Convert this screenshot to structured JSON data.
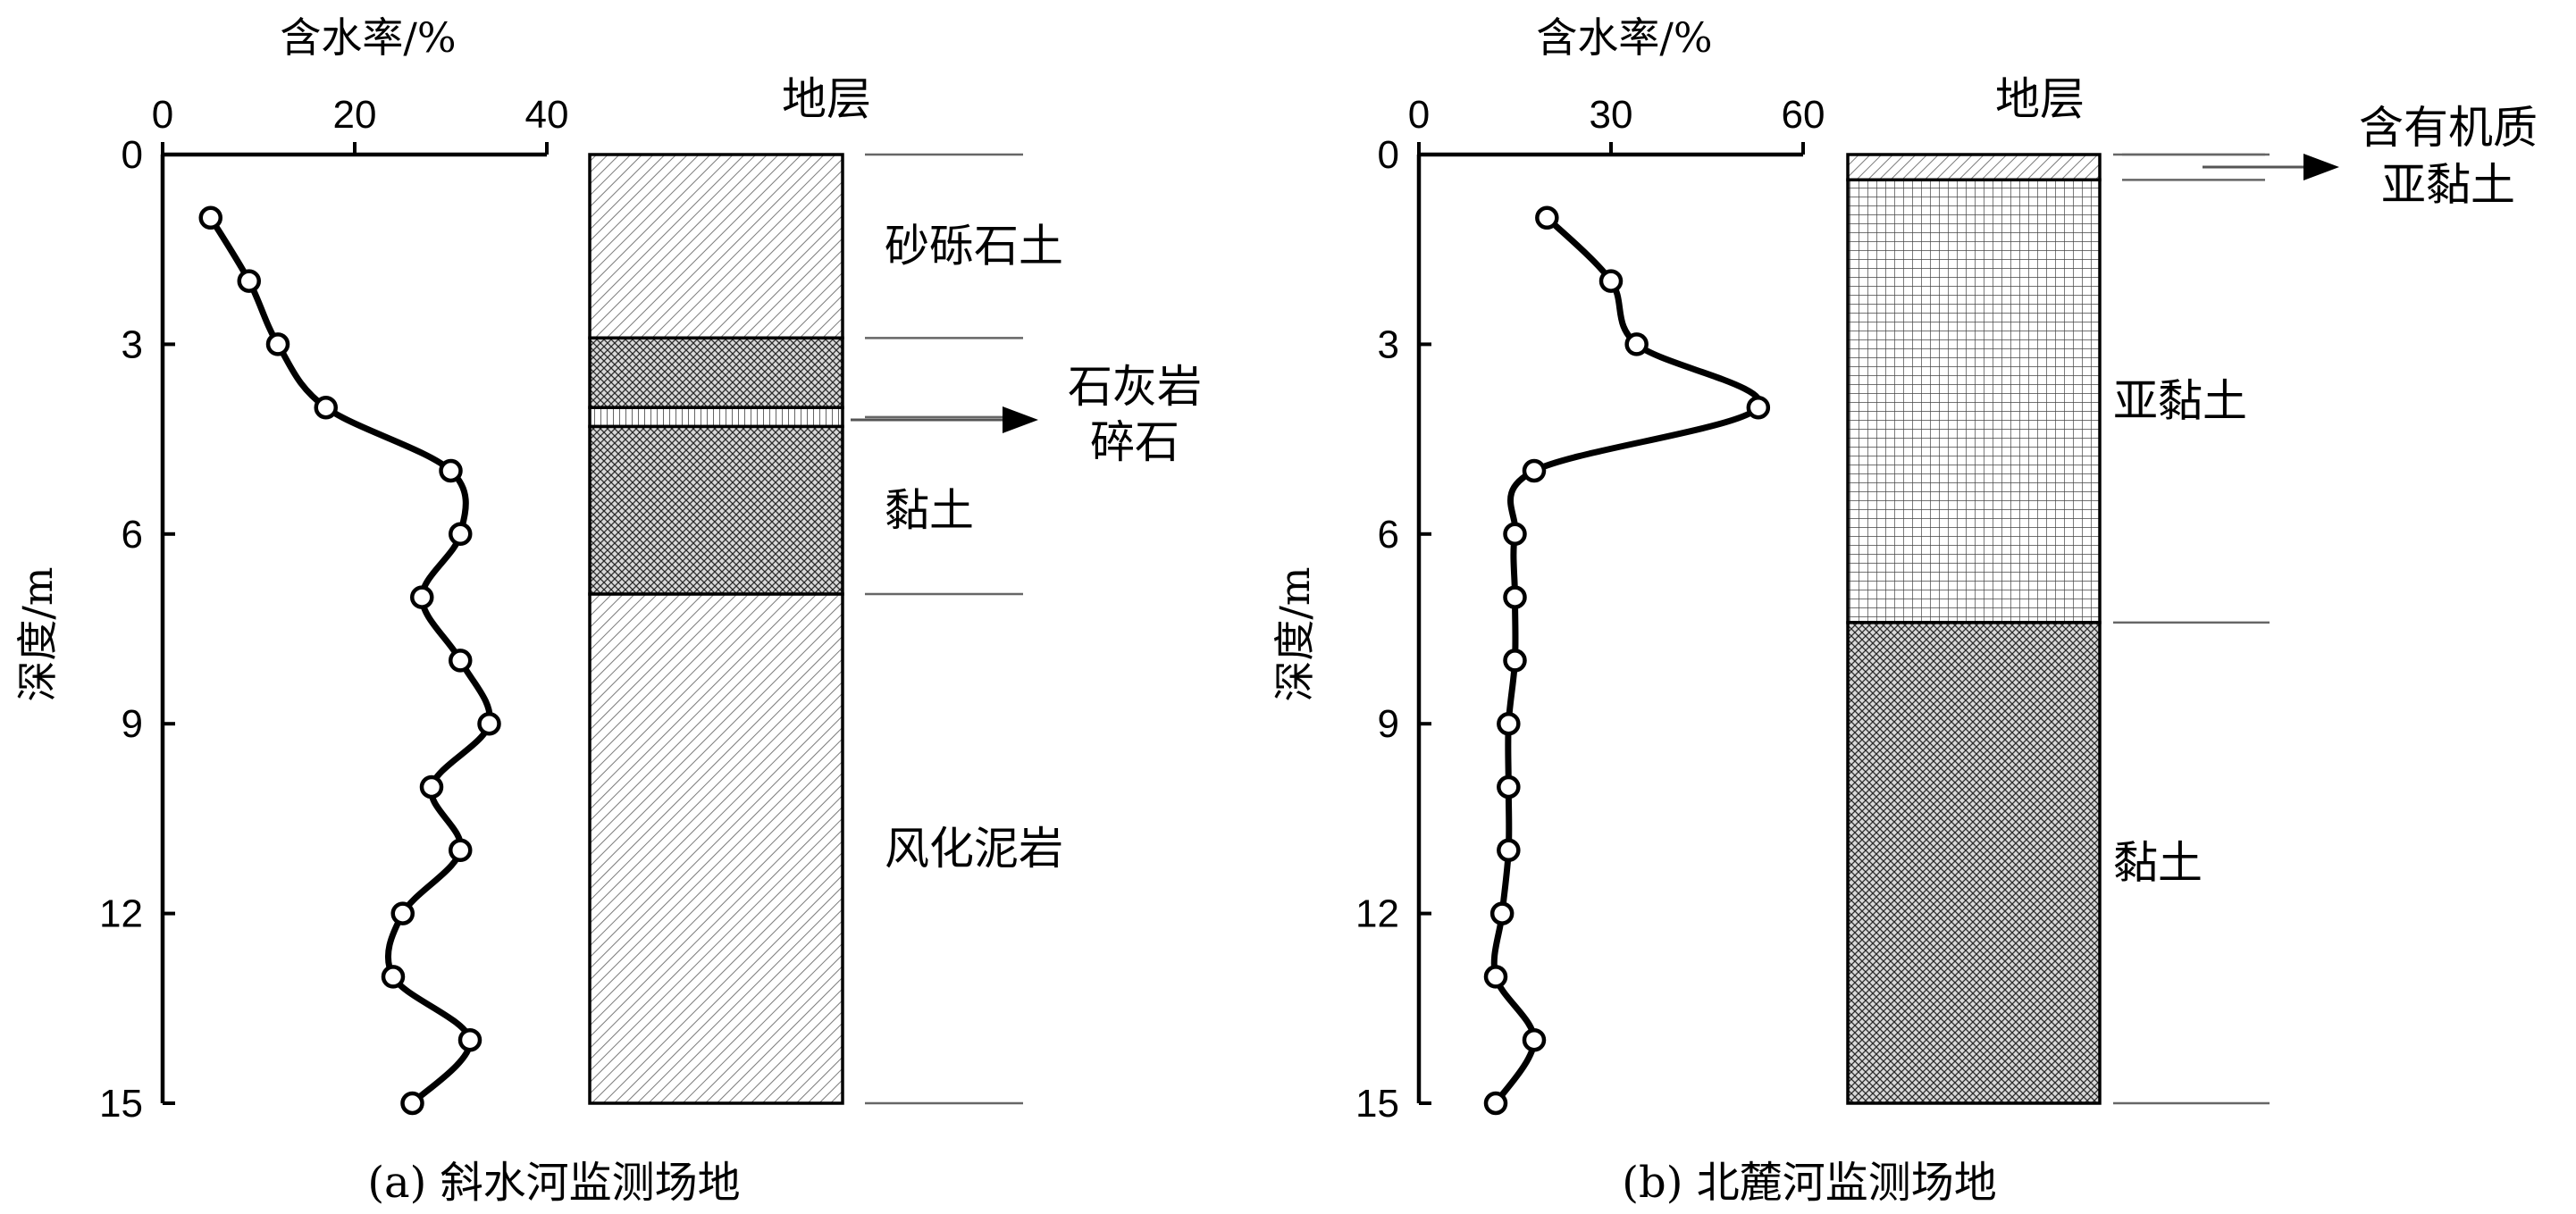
{
  "chart_data": [
    {
      "type": "line",
      "caption": "(a) 斜水河监测场地",
      "xlabel": "含水率/%",
      "ylabel": "深度/m",
      "xlim": [
        0,
        40
      ],
      "xticks": [
        "0",
        "20",
        "40"
      ],
      "ylim": [
        0,
        15
      ],
      "yticks": [
        "0",
        "3",
        "6",
        "9",
        "12",
        "15"
      ],
      "y_inverted": true,
      "grid": false,
      "series": [
        {
          "x": [
            5,
            9,
            12,
            17,
            30,
            31,
            27,
            31,
            34,
            28,
            31,
            25,
            24,
            32,
            26
          ],
          "y": [
            1,
            2,
            3,
            4,
            5,
            6,
            7,
            8,
            9,
            10,
            11,
            12,
            13,
            14,
            15
          ]
        }
      ],
      "strata": {
        "title": "地层",
        "layers": [
          {
            "top": 0.0,
            "bottom": 2.9,
            "pattern": "diag-fine",
            "label": "砂砾石土"
          },
          {
            "top": 2.9,
            "bottom": 4.0,
            "pattern": "cross-dense",
            "label": ""
          },
          {
            "top": 4.0,
            "bottom": 4.3,
            "pattern": "vlines",
            "label": ""
          },
          {
            "top": 4.3,
            "bottom": 6.95,
            "pattern": "cross-dense",
            "label": "黏土"
          },
          {
            "top": 6.95,
            "bottom": 15.0,
            "pattern": "diag-fine",
            "label": "风化泥岩"
          }
        ],
        "markers": [
          0.0,
          2.9,
          4.15,
          6.95,
          15.0
        ],
        "callout": {
          "depth": 4.15,
          "lines": [
            "石灰岩",
            "碎石"
          ]
        }
      }
    },
    {
      "type": "line",
      "caption": "(b) 北麓河监测场地",
      "xlabel": "含水率/%",
      "ylabel": "深度/m",
      "xlim": [
        0,
        60
      ],
      "xticks": [
        "0",
        "30",
        "60"
      ],
      "ylim": [
        0,
        15
      ],
      "yticks": [
        "0",
        "3",
        "6",
        "9",
        "12",
        "15"
      ],
      "y_inverted": true,
      "grid": false,
      "series": [
        {
          "x": [
            20,
            30,
            34,
            53,
            18,
            15,
            15,
            15,
            14,
            14,
            14,
            13,
            12,
            18,
            12
          ],
          "y": [
            1,
            2,
            3,
            4,
            5,
            6,
            7,
            8,
            9,
            10,
            11,
            12,
            13,
            14,
            15
          ]
        }
      ],
      "strata": {
        "title": "地层",
        "layers": [
          {
            "top": 0.0,
            "bottom": 0.4,
            "pattern": "diag-fine",
            "label": ""
          },
          {
            "top": 0.4,
            "bottom": 7.4,
            "pattern": "grid",
            "label": "亚黏土"
          },
          {
            "top": 7.4,
            "bottom": 15.0,
            "pattern": "cross-dense",
            "label": "黏土"
          }
        ],
        "markers": [
          0.0,
          7.4,
          15.0
        ],
        "callout_lines": [
          0.0,
          0.4
        ],
        "callout": {
          "depth": 0.2,
          "lines": [
            "含有机质",
            "亚黏土"
          ]
        }
      }
    }
  ]
}
